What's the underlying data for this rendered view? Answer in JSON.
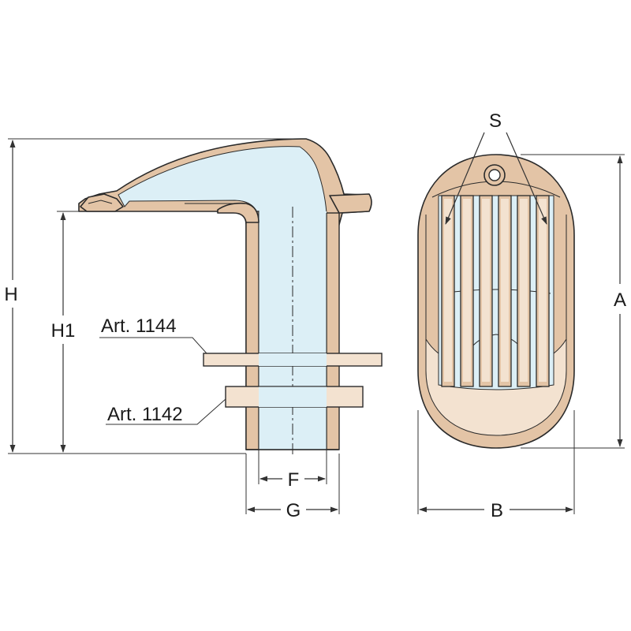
{
  "drawing": {
    "colors": {
      "bronze": "#e3c4a6",
      "bronze_light": "#f3e2d0",
      "water": "#dceff6",
      "ink": "#2a2a2a"
    },
    "labels": {
      "H": "H",
      "H1": "H1",
      "F": "F",
      "G": "G",
      "S": "S",
      "A": "A",
      "B": "B",
      "art_1144": "Art. 1144",
      "art_1142": "Art. 1142"
    }
  }
}
